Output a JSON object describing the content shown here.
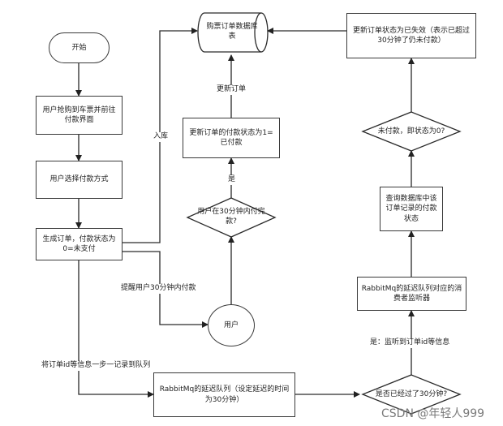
{
  "nodes": {
    "start": "开始",
    "grab_ticket": "用户抢购到车票并前往付款界面",
    "choose_payment": "用户选择付款方式",
    "create_order": "生成订单，付款状态为0=未支付",
    "db": "购票订单数据库表",
    "update_paid": "更新订单的付款状态为1=已付款",
    "paid_within_30": "用户在30分钟内付完款?",
    "user": "用户",
    "delay_queue": "RabbitMq的延迟队列（设定延迟的时间为30分钟）",
    "over_30": "是否已经过了30分钟?",
    "consumer": "RabbitMq的延迟队列对应的消费者监听器",
    "query_db": "查询数据库中该订单记录的付款状态",
    "unpaid_check": "未付款，即状态为0?",
    "update_invalid": "更新订单状态为已失效（表示已超过30分钟了仍未付款）"
  },
  "edge_labels": {
    "insert": "入库",
    "update_order": "更新订单",
    "yes": "是",
    "remind": "提醒用户30分钟内付款",
    "push_queue": "将订单id等信息一步一记录到队列",
    "listen": "是：监听到订单id等信息"
  },
  "watermark": "CSDN @年轻人999"
}
